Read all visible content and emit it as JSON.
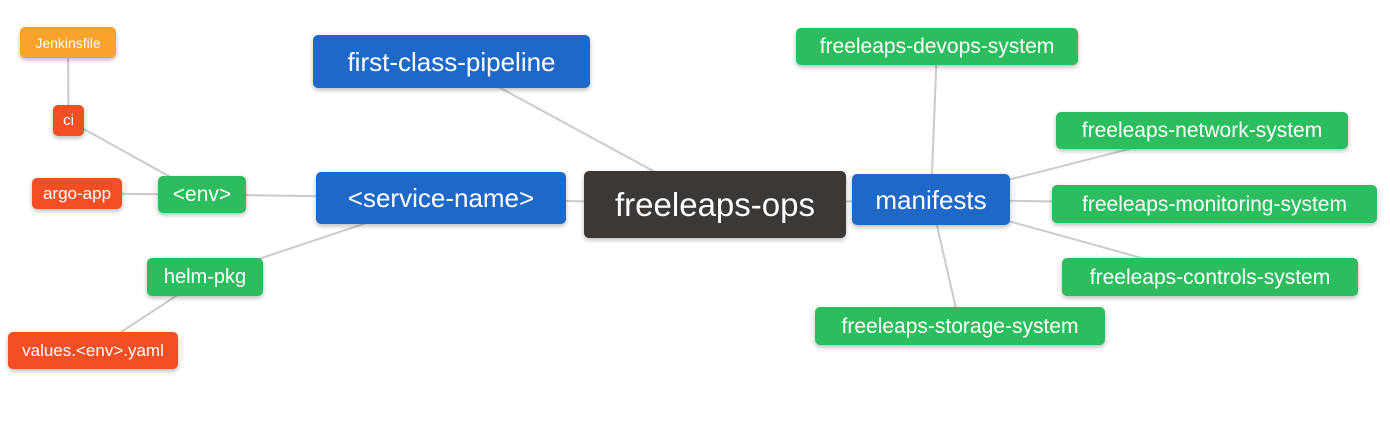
{
  "palette": {
    "blue": "#1E69C8",
    "green": "#2BBD5E",
    "orange": "#F8A32B",
    "red": "#F44E24",
    "dark": "#3B3836",
    "edge": "#CBCBCB",
    "text": "#FFFFFF",
    "background": "#FFFFFF"
  },
  "nodes": [
    {
      "id": "jenkinsfile",
      "label": "Jenkinsfile",
      "role": "orange"
    },
    {
      "id": "ci",
      "label": "ci",
      "role": "red"
    },
    {
      "id": "argo-app",
      "label": "argo-app",
      "role": "red"
    },
    {
      "id": "env",
      "label": "<env>",
      "role": "green"
    },
    {
      "id": "helm-pkg",
      "label": "helm-pkg",
      "role": "green"
    },
    {
      "id": "values-env-yaml",
      "label": "values.<env>.yaml",
      "role": "red"
    },
    {
      "id": "first-class-pipeline",
      "label": "first-class-pipeline",
      "role": "blue"
    },
    {
      "id": "service-name",
      "label": "<service-name>",
      "role": "blue"
    },
    {
      "id": "freeleaps-ops",
      "label": "freeleaps-ops",
      "role": "dark"
    },
    {
      "id": "manifests",
      "label": "manifests",
      "role": "blue"
    },
    {
      "id": "freeleaps-devops-system",
      "label": "freeleaps-devops-system",
      "role": "green"
    },
    {
      "id": "freeleaps-network-system",
      "label": "freeleaps-network-system",
      "role": "green"
    },
    {
      "id": "freeleaps-monitoring-system",
      "label": "freeleaps-monitoring-system",
      "role": "green"
    },
    {
      "id": "freeleaps-controls-system",
      "label": "freeleaps-controls-system",
      "role": "green"
    },
    {
      "id": "freeleaps-storage-system",
      "label": "freeleaps-storage-system",
      "role": "green"
    }
  ],
  "edges": [
    [
      "jenkinsfile",
      "ci"
    ],
    [
      "ci",
      "env"
    ],
    [
      "argo-app",
      "env"
    ],
    [
      "env",
      "service-name"
    ],
    [
      "helm-pkg",
      "service-name"
    ],
    [
      "values-env-yaml",
      "helm-pkg"
    ],
    [
      "first-class-pipeline",
      "freeleaps-ops"
    ],
    [
      "service-name",
      "freeleaps-ops"
    ],
    [
      "freeleaps-ops",
      "manifests"
    ],
    [
      "manifests",
      "freeleaps-devops-system"
    ],
    [
      "manifests",
      "freeleaps-network-system"
    ],
    [
      "manifests",
      "freeleaps-monitoring-system"
    ],
    [
      "manifests",
      "freeleaps-controls-system"
    ],
    [
      "manifests",
      "freeleaps-storage-system"
    ]
  ]
}
